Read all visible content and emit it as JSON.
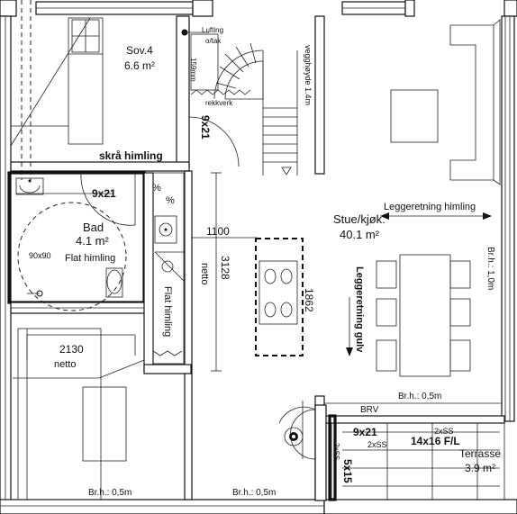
{
  "rooms": {
    "sov4": {
      "name": "Sov.4",
      "area": "6.6 m²"
    },
    "bad": {
      "name": "Bad",
      "area": "4.1 m²",
      "ceiling": "Flat himling",
      "shower": "90x90"
    },
    "stue": {
      "name": "Stue/kjøk.",
      "area": "40.1 m²"
    },
    "terrasse": {
      "name": "Terrasse",
      "area": "3.9 m²"
    }
  },
  "notes": {
    "skra_himling": "skrå himling",
    "lufting": "Lufting",
    "o_tak": "o/tak",
    "dim_159": "159mm",
    "rekkverk": "rekkverk",
    "vegghoyde": "vegghøyde 1.4m",
    "door_9x21_a": "9x21",
    "door_9x21_b": "9x21",
    "door_9x21_c": "9x21",
    "dim_1100": "1100",
    "dim_3128": "3128",
    "netto_a": "netto",
    "dim_1862": "1862",
    "flat_himling_v": "Flat himling",
    "dim_2130": "2130",
    "netto_b": "netto",
    "leggeretning_himling": "Leggeretning himling",
    "leggeretning_gulv": "Leggeretning gulv",
    "brh_10": "Br.h.: 1,0m",
    "brh_05_a": "Br.h.: 0,5m",
    "brh_05_b": "Br.h.: 0,5m",
    "brh_05_c": "Br.h.: 0,5m",
    "brv": "BRV",
    "ss_a": "2xSS",
    "ss_b": "2xSS",
    "ss_c": "2xSS",
    "window_14x16": "14x16 F/L",
    "door_5x15": "5x15"
  },
  "symbols": {
    "stair": "stair-icon",
    "toilet": "toilet-icon",
    "sink": "sink-icon",
    "stove": "cooktop-icon",
    "sofa": "sofa-icon",
    "table": "dining-table-icon",
    "bed": "bed-icon",
    "chimney": "chimney-icon"
  }
}
